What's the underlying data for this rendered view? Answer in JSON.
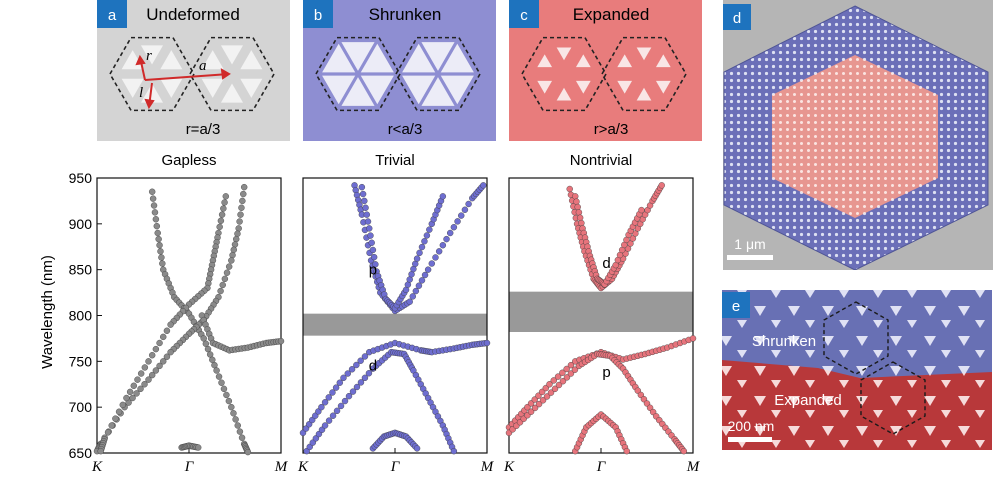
{
  "panels": {
    "a": {
      "letter": "a",
      "title": "Undeformed",
      "condition": "r=a/3",
      "label_r": "r",
      "label_a": "a",
      "label_l": "l",
      "bg": "#d4d4d4",
      "hole": "#f2f2f2"
    },
    "b": {
      "letter": "b",
      "title": "Shrunken",
      "condition": "r<a/3",
      "bg": "#8e8ed2",
      "hole": "#ececf7"
    },
    "c": {
      "letter": "c",
      "title": "Expanded",
      "condition": "r>a/3",
      "bg": "#e87c7c",
      "hole": "#f9e6e6"
    },
    "d": {
      "letter": "d",
      "scalebar": "1 μm"
    },
    "e": {
      "letter": "e",
      "label_shrunken": "Shrunken",
      "label_expanded": "Expanded",
      "scalebar": "200 nm"
    }
  },
  "colors": {
    "badge": "#1e73be",
    "gray": "#8a8a8a",
    "blue": "#6e6ed0",
    "red": "#e7747c",
    "gap": "#999999"
  },
  "chart_data": [
    {
      "type": "scatter",
      "title": "Gapless",
      "ylabel": "Wavelength (nm)",
      "ylim": [
        650,
        950
      ],
      "yticks": [
        650,
        700,
        750,
        800,
        850,
        900,
        950
      ],
      "xticks": [
        "K",
        "Γ",
        "M"
      ],
      "bandgap": null,
      "labels": [],
      "series": [
        {
          "color": "gray",
          "points": [
            [
              0.3,
              935
            ],
            [
              0.33,
              890
            ],
            [
              0.36,
              850
            ],
            [
              0.42,
              820
            ],
            [
              0.5,
              802
            ],
            [
              0.58,
              775
            ],
            [
              0.65,
              740
            ],
            [
              0.73,
              700
            ],
            [
              0.8,
              660
            ],
            [
              0.82,
              651
            ]
          ]
        },
        {
          "color": "gray",
          "points": [
            [
              0.8,
              940
            ],
            [
              0.77,
              895
            ],
            [
              0.73,
              860
            ],
            [
              0.66,
              820
            ],
            [
              0.58,
              795
            ],
            [
              0.5,
              780
            ],
            [
              0.4,
              760
            ],
            [
              0.28,
              730
            ],
            [
              0.15,
              700
            ],
            [
              0.02,
              660
            ],
            [
              0.0,
              652
            ]
          ]
        },
        {
          "color": "gray",
          "points": [
            [
              0.7,
              930
            ],
            [
              0.66,
              890
            ],
            [
              0.63,
              860
            ],
            [
              0.6,
              830
            ],
            [
              0.5,
              812
            ],
            [
              0.4,
              790
            ],
            [
              0.28,
              750
            ],
            [
              0.16,
              710
            ],
            [
              0.04,
              665
            ],
            [
              0.02,
              652
            ]
          ]
        },
        {
          "color": "gray",
          "points": [
            [
              0.57,
              800
            ],
            [
              0.63,
              770
            ],
            [
              0.72,
              762
            ],
            [
              0.82,
              765
            ],
            [
              0.92,
              770
            ],
            [
              1.0,
              772
            ]
          ]
        },
        {
          "color": "gray",
          "points": [
            [
              0.46,
              656
            ],
            [
              0.5,
              658
            ],
            [
              0.55,
              656
            ]
          ]
        }
      ]
    },
    {
      "type": "scatter",
      "title": "Trivial",
      "ylim": [
        650,
        950
      ],
      "xticks": [
        "K",
        "Γ",
        "M"
      ],
      "bandgap": [
        778,
        802
      ],
      "labels": [
        {
          "text": "p",
          "x": 0.38,
          "y": 845
        },
        {
          "text": "d",
          "x": 0.38,
          "y": 740
        }
      ],
      "series": [
        {
          "color": "blue",
          "points": [
            [
              0.28,
              942
            ],
            [
              0.32,
              910
            ],
            [
              0.37,
              860
            ],
            [
              0.42,
              825
            ],
            [
              0.5,
              805
            ],
            [
              0.58,
              815
            ],
            [
              0.68,
              850
            ],
            [
              0.8,
              890
            ],
            [
              0.92,
              928
            ],
            [
              0.98,
              942
            ]
          ]
        },
        {
          "color": "blue",
          "points": [
            [
              0.32,
              940
            ],
            [
              0.36,
              895
            ],
            [
              0.4,
              848
            ],
            [
              0.45,
              818
            ],
            [
              0.5,
              808
            ],
            [
              0.56,
              828
            ],
            [
              0.62,
              862
            ],
            [
              0.7,
              900
            ],
            [
              0.76,
              930
            ]
          ]
        },
        {
          "color": "blue",
          "points": [
            [
              0.0,
              672
            ],
            [
              0.1,
              700
            ],
            [
              0.22,
              732
            ],
            [
              0.36,
              760
            ],
            [
              0.5,
              770
            ],
            [
              0.64,
              762
            ],
            [
              0.7,
              760
            ],
            [
              0.82,
              764
            ],
            [
              0.92,
              768
            ],
            [
              1.0,
              770
            ]
          ]
        },
        {
          "color": "blue",
          "points": [
            [
              0.02,
              652
            ],
            [
              0.12,
              680
            ],
            [
              0.25,
              712
            ],
            [
              0.38,
              742
            ],
            [
              0.48,
              760
            ],
            [
              0.55,
              758
            ],
            [
              0.6,
              740
            ],
            [
              0.68,
              710
            ],
            [
              0.76,
              680
            ],
            [
              0.82,
              652
            ]
          ]
        },
        {
          "color": "blue",
          "points": [
            [
              0.38,
              655
            ],
            [
              0.44,
              668
            ],
            [
              0.5,
              672
            ],
            [
              0.56,
              668
            ],
            [
              0.62,
              655
            ]
          ]
        }
      ]
    },
    {
      "type": "scatter",
      "title": "Nontrivial",
      "ylim": [
        650,
        950
      ],
      "xticks": [
        "K",
        "Γ",
        "M"
      ],
      "bandgap": [
        782,
        826
      ],
      "labels": [
        {
          "text": "d",
          "x": 0.53,
          "y": 852
        },
        {
          "text": "p",
          "x": 0.53,
          "y": 733
        }
      ],
      "series": [
        {
          "color": "red",
          "points": [
            [
              0.33,
              938
            ],
            [
              0.37,
              900
            ],
            [
              0.41,
              870
            ],
            [
              0.46,
              840
            ],
            [
              0.5,
              830
            ],
            [
              0.56,
              840
            ],
            [
              0.62,
              862
            ],
            [
              0.7,
              895
            ],
            [
              0.78,
              925
            ],
            [
              0.83,
              942
            ]
          ]
        },
        {
          "color": "red",
          "points": [
            [
              0.36,
              930
            ],
            [
              0.4,
              895
            ],
            [
              0.44,
              865
            ],
            [
              0.48,
              840
            ],
            [
              0.52,
              834
            ],
            [
              0.58,
              855
            ],
            [
              0.65,
              888
            ],
            [
              0.72,
              915
            ]
          ]
        },
        {
          "color": "red",
          "points": [
            [
              0.0,
              678
            ],
            [
              0.1,
              700
            ],
            [
              0.22,
              725
            ],
            [
              0.36,
              750
            ],
            [
              0.5,
              760
            ],
            [
              0.62,
              752
            ],
            [
              0.74,
              758
            ],
            [
              0.86,
              765
            ],
            [
              1.0,
              775
            ]
          ]
        },
        {
          "color": "red",
          "points": [
            [
              0.0,
              672
            ],
            [
              0.12,
              695
            ],
            [
              0.25,
              720
            ],
            [
              0.38,
              745
            ],
            [
              0.48,
              758
            ],
            [
              0.55,
              756
            ],
            [
              0.62,
              742
            ],
            [
              0.7,
              718
            ],
            [
              0.8,
              690
            ],
            [
              0.9,
              665
            ],
            [
              0.95,
              652
            ]
          ]
        },
        {
          "color": "red",
          "points": [
            [
              0.36,
              652
            ],
            [
              0.42,
              678
            ],
            [
              0.5,
              692
            ],
            [
              0.58,
              678
            ],
            [
              0.64,
              652
            ]
          ]
        }
      ]
    }
  ]
}
